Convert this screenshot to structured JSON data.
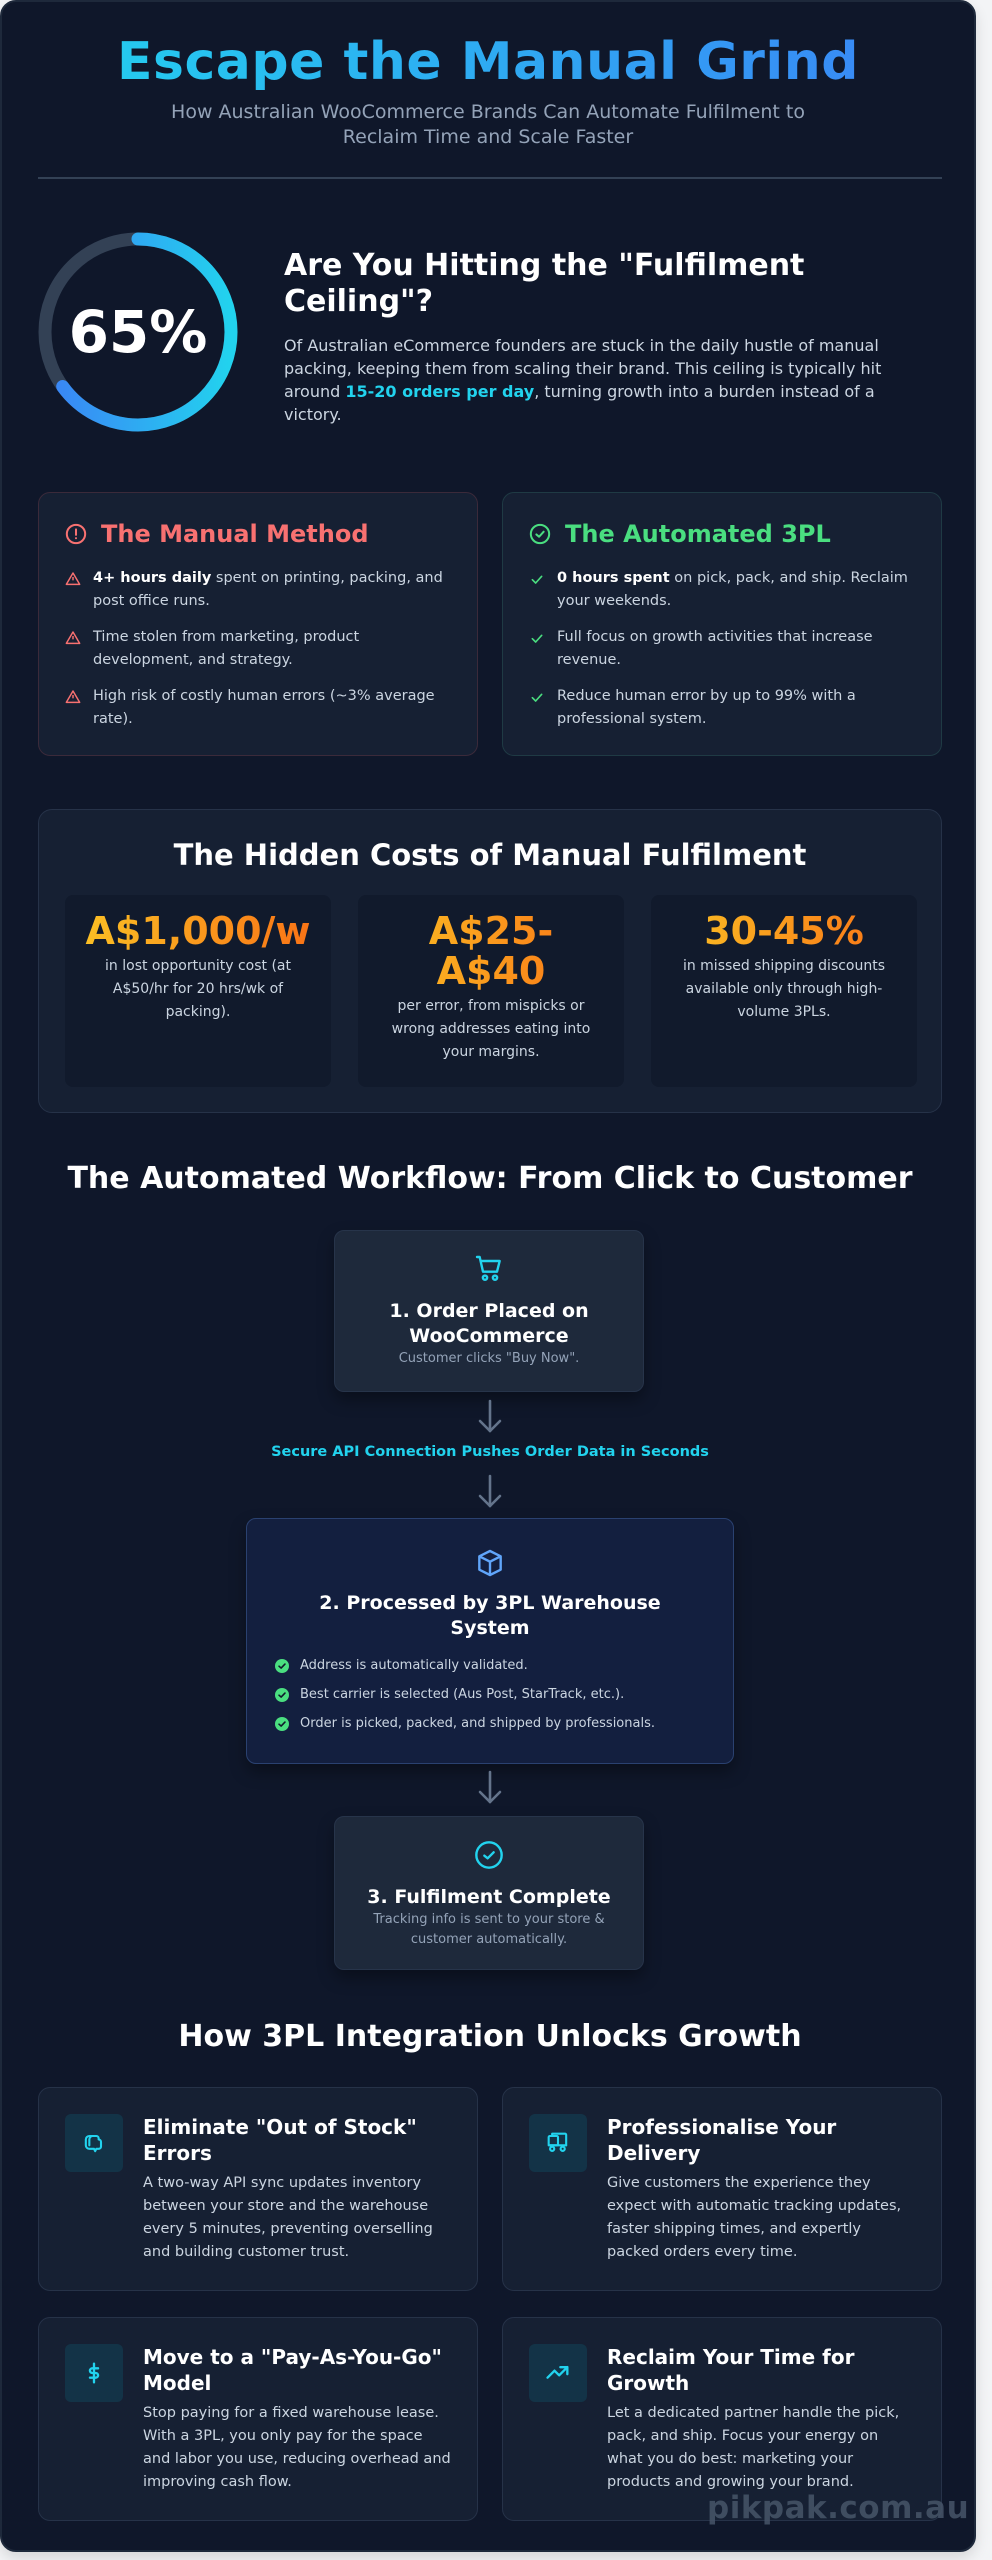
{
  "header": {
    "title": "Escape the Manual Grind",
    "subtitle": "How Australian WooCommerce Brands Can Automate Fulfilment to Reclaim Time and Scale Faster"
  },
  "hero": {
    "stat_value": "65%",
    "stat_percent": 65,
    "title": "Are You Hitting the \"Fulfilment Ceiling\"?",
    "body_before": "Of Australian eCommerce founders are stuck in the daily hustle of manual packing, keeping them from scaling their brand. This ceiling is typically hit around ",
    "body_highlight": "15-20 orders per day",
    "body_after": ", turning growth into a burden instead of a victory."
  },
  "comparison": {
    "manual": {
      "title": "The Manual Method",
      "items": [
        {
          "bold": "4+ hours daily",
          "text": " spent on printing, packing, and post office runs."
        },
        {
          "bold": "",
          "text": "Time stolen from marketing, product development, and strategy."
        },
        {
          "bold": "",
          "text": "High risk of costly human errors (~3% average rate)."
        }
      ]
    },
    "automated": {
      "title": "The Automated 3PL",
      "items": [
        {
          "bold": "0 hours spent",
          "text": " on pick, pack, and ship. Reclaim your weekends."
        },
        {
          "bold": "",
          "text": "Full focus on growth activities that increase revenue."
        },
        {
          "bold": "",
          "text": "Reduce human error by up to 99% with a professional system."
        }
      ]
    }
  },
  "hidden_costs": {
    "title": "The Hidden Costs of Manual Fulfilment",
    "cards": [
      {
        "value": "A$1,000/w",
        "desc": "in lost opportunity cost (at A$50/hr for 20 hrs/wk of packing)."
      },
      {
        "value": "A$25-A$40",
        "desc": "per error, from mispicks or wrong addresses eating into your margins."
      },
      {
        "value": "30-45%",
        "desc": "in missed shipping discounts available only through high-volume 3PLs."
      }
    ]
  },
  "workflow": {
    "title": "The Automated Workflow: From Click to Customer",
    "steps": [
      {
        "title": "1. Order Placed on WooCommerce",
        "desc": "Customer clicks \"Buy Now\".",
        "icon": "shopping-cart-icon"
      },
      {
        "title": "2. Processed by 3PL Warehouse System",
        "icon": "box-icon",
        "items": [
          "Address is automatically validated.",
          "Best carrier is selected (Aus Post, StarTrack, etc.).",
          "Order is picked, packed, and shipped by professionals."
        ]
      },
      {
        "title": "3. Fulfilment Complete",
        "desc": "Tracking info is sent to your store & customer automatically.",
        "icon": "check-circle-icon"
      }
    ],
    "connector_label": "Secure API Connection Pushes Order Data in Seconds"
  },
  "growth": {
    "title": "How 3PL Integration Unlocks Growth",
    "cards": [
      {
        "title": "Eliminate \"Out of Stock\" Errors",
        "desc": "A two-way API sync updates inventory between your store and the warehouse every 5 minutes, preventing overselling and building customer trust.",
        "icon": "chat-sync-icon"
      },
      {
        "title": "Professionalise Your Delivery",
        "desc": "Give customers the experience they expect with automatic tracking updates, faster shipping times, and expertly packed orders every time.",
        "icon": "delivery-truck-icon"
      },
      {
        "title": "Move to a \"Pay-As-You-Go\" Model",
        "desc": "Stop paying for a fixed warehouse lease. With a 3PL, you only pay for the space and labor you use, reducing overhead and improving cash flow.",
        "icon": "dollar-icon"
      },
      {
        "title": "Reclaim Your Time for Growth",
        "desc": "Let a dedicated partner handle the pick, pack, and ship. Focus your energy on what you do best: marketing your products and growing your brand.",
        "icon": "trending-up-icon"
      }
    ]
  },
  "watermark": "pikpak.com.au",
  "colors": {
    "background": "#0f172a",
    "card": "#162033",
    "accent_cyan": "#22d3ee",
    "accent_blue": "#3b82f6",
    "danger": "#f87171",
    "success": "#4ade80",
    "cost_gold": "#fbbf24",
    "cost_orange": "#f97316"
  }
}
